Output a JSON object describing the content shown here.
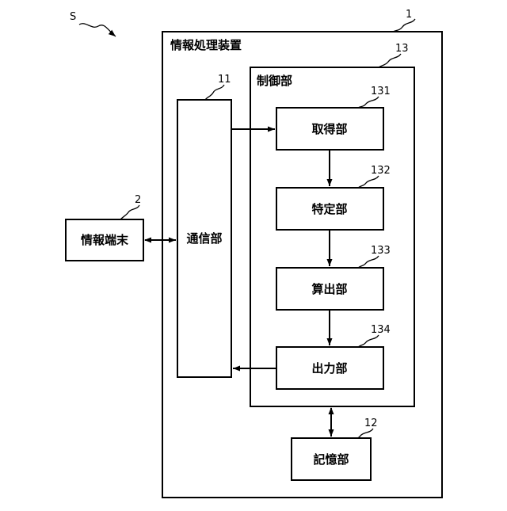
{
  "system_label": "S",
  "nodes": {
    "device": {
      "label": "情報処理装置",
      "ref": "1"
    },
    "control": {
      "label": "制御部",
      "ref": "13"
    },
    "comm": {
      "label": "通信部",
      "ref": "11"
    },
    "acquire": {
      "label": "取得部",
      "ref": "131"
    },
    "identify": {
      "label": "特定部",
      "ref": "132"
    },
    "calculate": {
      "label": "算出部",
      "ref": "133"
    },
    "output": {
      "label": "出力部",
      "ref": "134"
    },
    "storage": {
      "label": "記憶部",
      "ref": "12"
    },
    "terminal": {
      "label": "情報端末",
      "ref": "2"
    }
  },
  "edges": [
    {
      "from": "comm",
      "to": "acquire",
      "direction": "one-way"
    },
    {
      "from": "acquire",
      "to": "identify",
      "direction": "one-way"
    },
    {
      "from": "identify",
      "to": "calculate",
      "direction": "one-way"
    },
    {
      "from": "calculate",
      "to": "output",
      "direction": "one-way"
    },
    {
      "from": "output",
      "to": "comm",
      "direction": "one-way"
    },
    {
      "from": "terminal",
      "to": "comm",
      "direction": "two-way"
    },
    {
      "from": "control",
      "to": "storage",
      "direction": "two-way"
    }
  ]
}
